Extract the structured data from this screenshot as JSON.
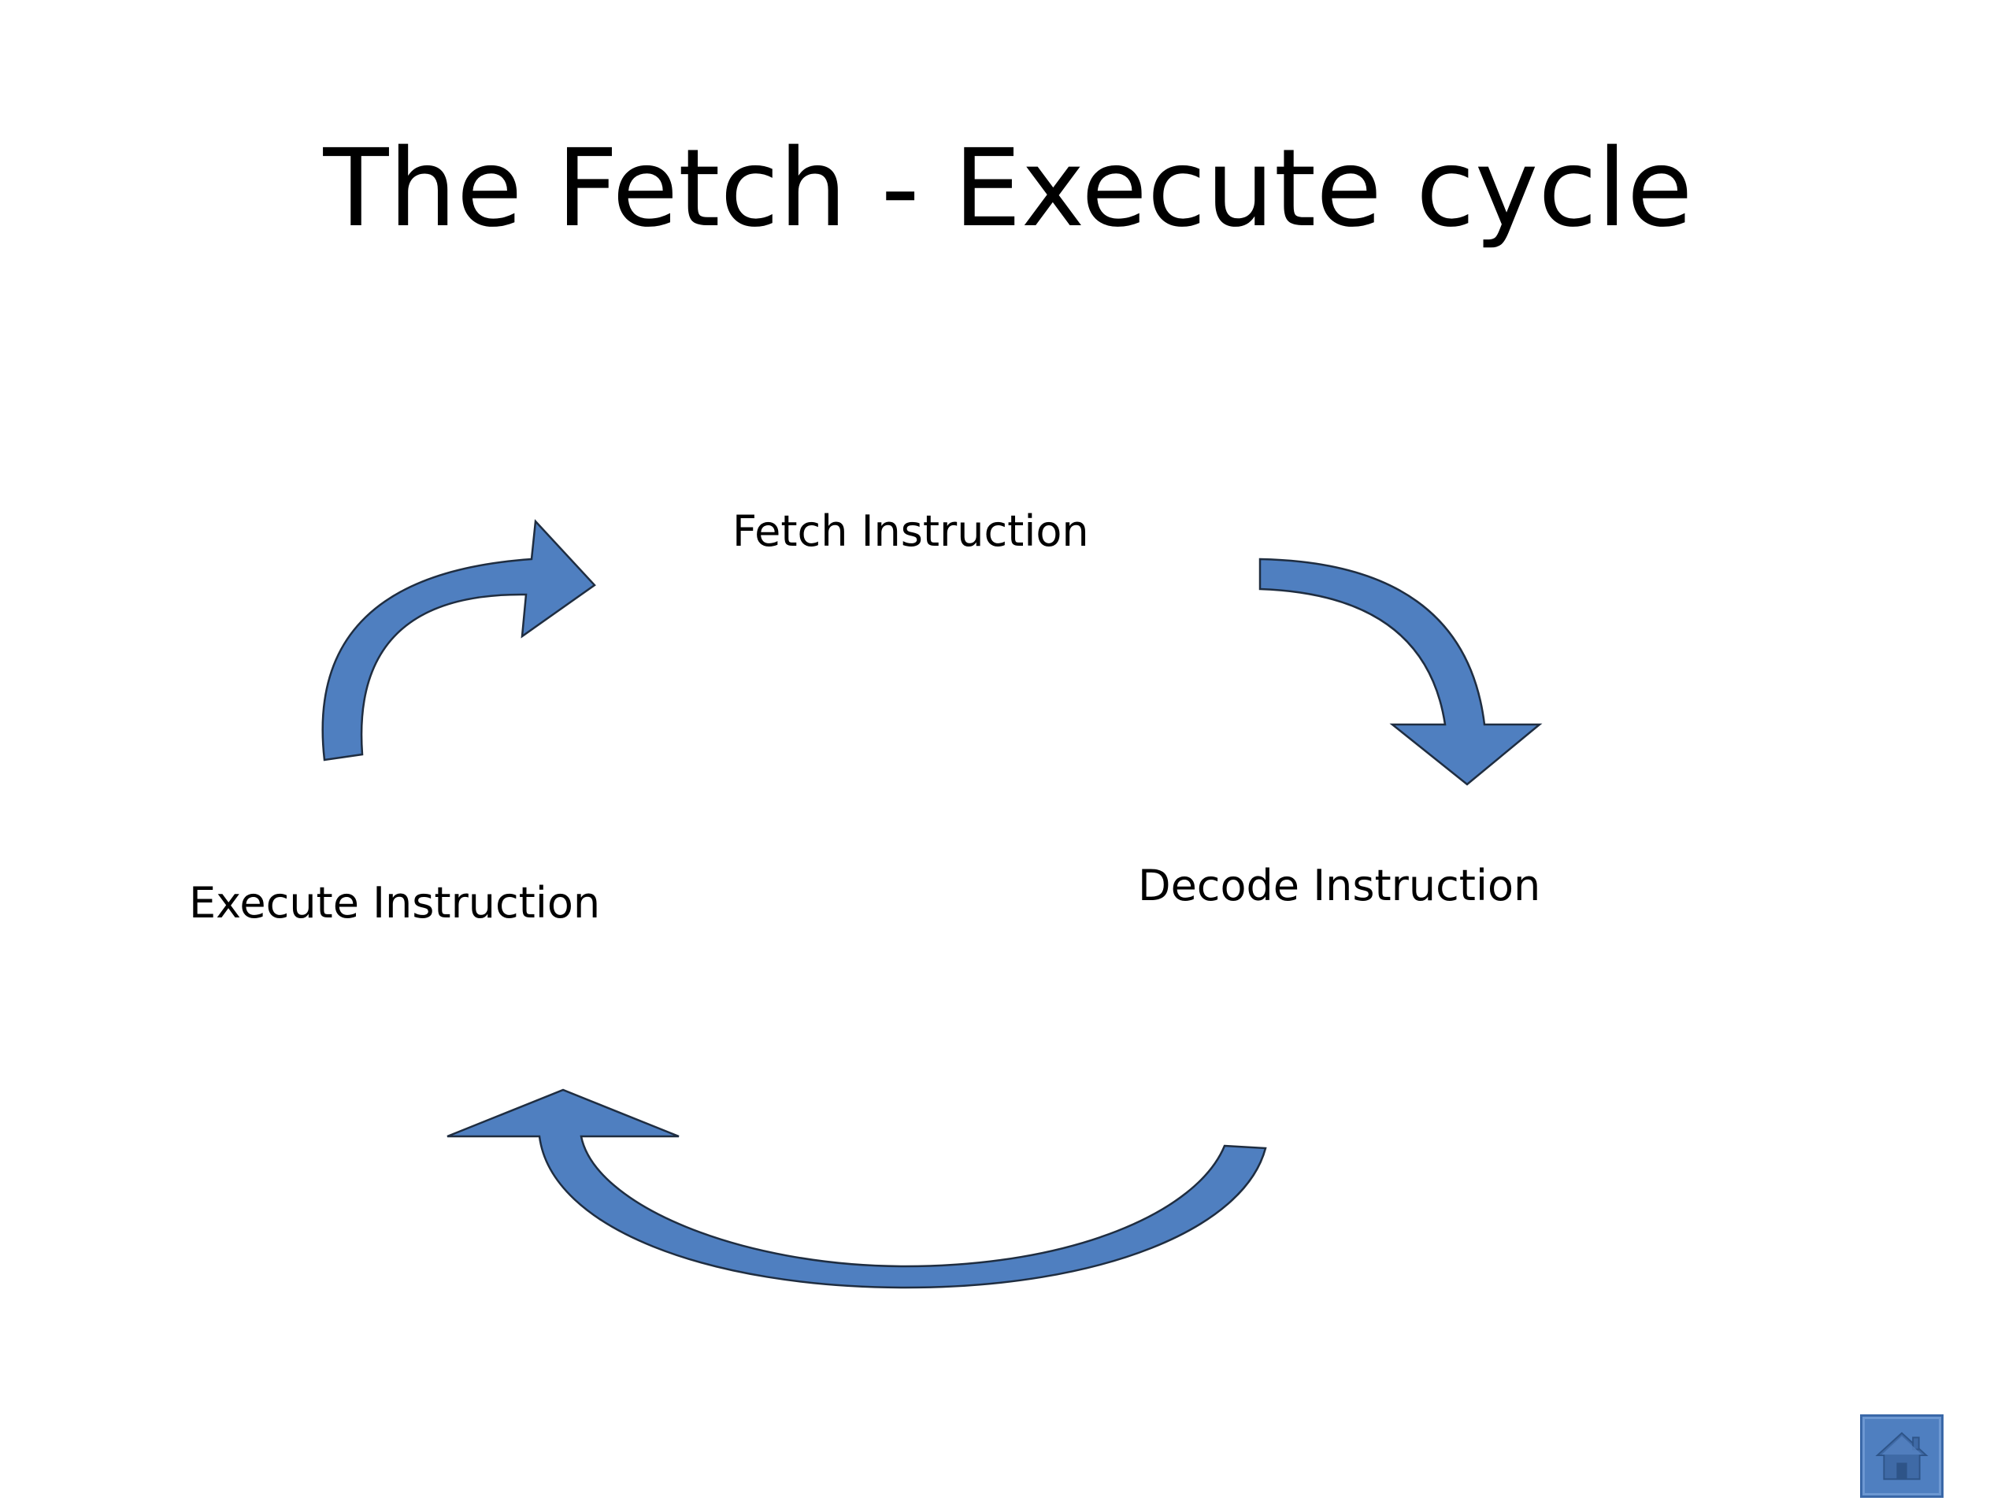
{
  "slide": {
    "title": "The Fetch - Execute cycle"
  },
  "diagram": {
    "nodes": [
      {
        "id": "fetch",
        "label": "Fetch Instruction"
      },
      {
        "id": "decode",
        "label": "Decode Instruction"
      },
      {
        "id": "execute",
        "label": "Execute Instruction"
      }
    ],
    "edges": [
      {
        "from": "fetch",
        "to": "decode"
      },
      {
        "from": "decode",
        "to": "execute"
      },
      {
        "from": "execute",
        "to": "fetch"
      }
    ]
  },
  "colors": {
    "arrow_fill": "#4f7fc0",
    "arrow_stroke": "#1f2d40",
    "text": "#000000",
    "home_button": "#4f7fc0"
  },
  "home_button": {
    "icon": "home-icon"
  }
}
